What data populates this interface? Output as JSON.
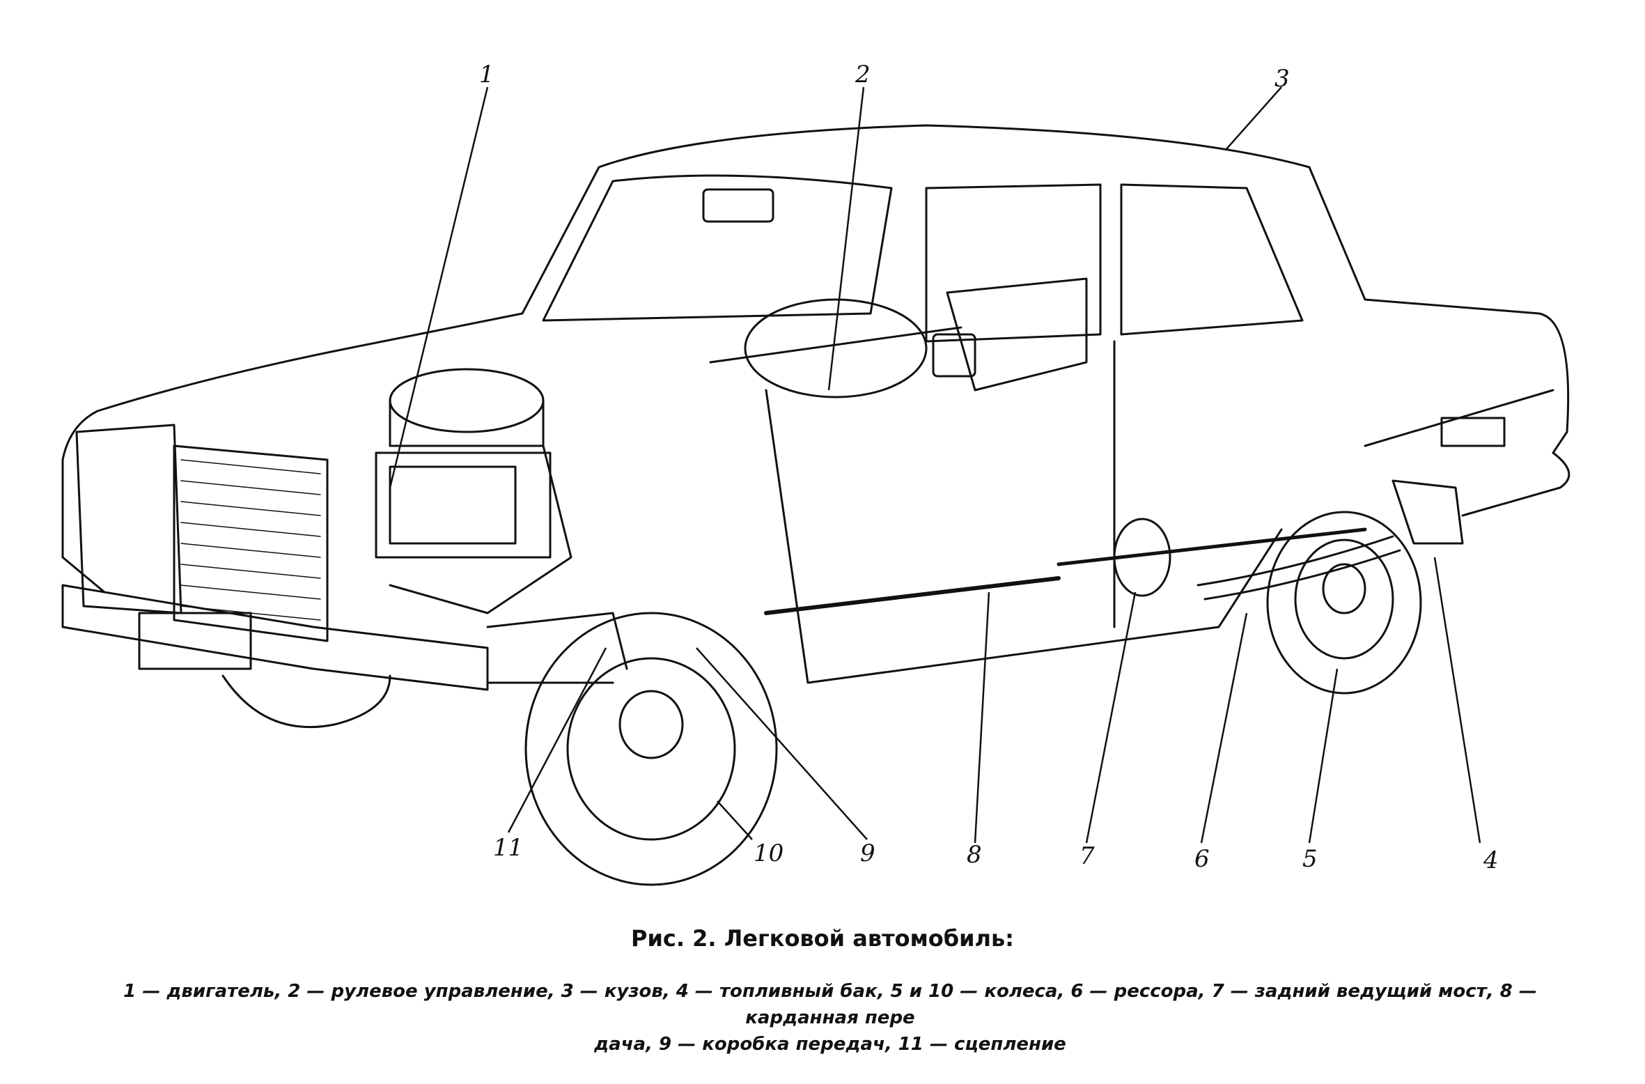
{
  "figure": {
    "callouts": [
      {
        "id": "1",
        "label": "1"
      },
      {
        "id": "2",
        "label": "2"
      },
      {
        "id": "3",
        "label": "3"
      },
      {
        "id": "4",
        "label": "4"
      },
      {
        "id": "5",
        "label": "5"
      },
      {
        "id": "6",
        "label": "6"
      },
      {
        "id": "7",
        "label": "7"
      },
      {
        "id": "8",
        "label": "8"
      },
      {
        "id": "9",
        "label": "9"
      },
      {
        "id": "10",
        "label": "10"
      },
      {
        "id": "11",
        "label": "11"
      }
    ]
  },
  "caption": {
    "title": "Рис. 2. Легковой автомобиль:",
    "legend_line1": "1 — двигатель, 2 — рулевое управление, 3 — кузов, 4 — топливный бак, 5 и 10 — колеса, 6 — рессора, 7 — задний ведущий мост, 8 — карданная пере",
    "legend_line2": "дача, 9 — коробка передач, 11 — сцепление"
  }
}
